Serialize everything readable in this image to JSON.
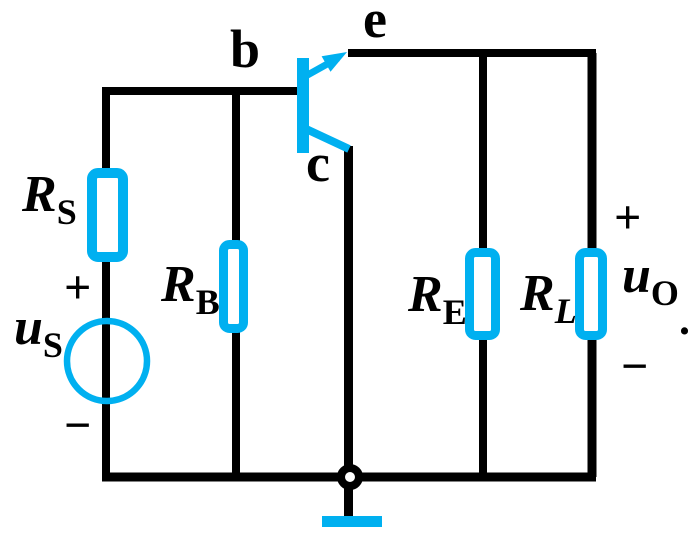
{
  "diagram": {
    "type": "transistor-amplifier-circuit-schematic",
    "background": "#ffffff",
    "accent_color": "#00b0f0",
    "wire_color": "#000000",
    "label_color": "#000000"
  },
  "labels": {
    "terminal_b": "b",
    "terminal_e": "e",
    "terminal_c": "c",
    "rs_main": "R",
    "rs_sub": "S",
    "rb_main": "R",
    "rb_sub": "B",
    "re_main": "R",
    "re_sub": "E",
    "rl_main": "R",
    "rl_sub": "L",
    "us_main": "u",
    "us_sub": "S",
    "uo_main": "u",
    "uo_sub": "O",
    "us_plus": "+",
    "us_minus": "−",
    "uo_plus": "+",
    "uo_minus": "−",
    "uo_period": "."
  }
}
